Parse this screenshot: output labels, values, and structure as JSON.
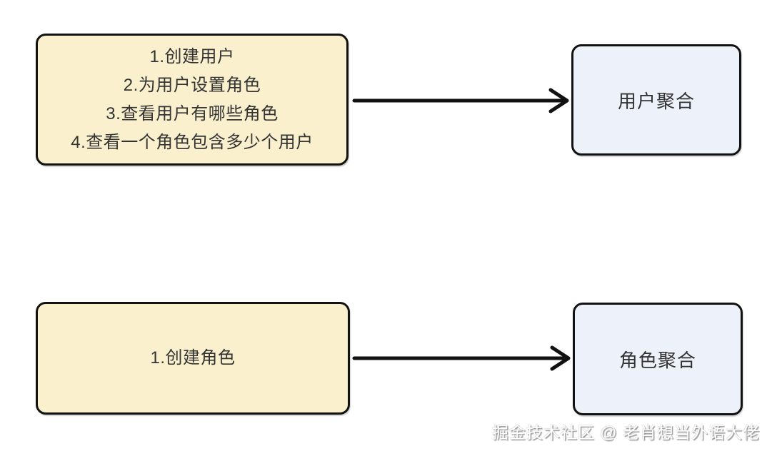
{
  "colors": {
    "command_box_fill": "#FAF0CE",
    "aggregate_box_fill": "#EDF1FA",
    "box_border": "#121212",
    "text": "#333333",
    "arrow": "#111111",
    "background": "#FFFFFF"
  },
  "user_flow": {
    "commands": {
      "lines": [
        "1.创建用户",
        "2.为用户设置角色",
        "3.查看用户有哪些角色",
        "4.查看一个角色包含多少个用户"
      ]
    },
    "aggregate_label": "用户聚合"
  },
  "role_flow": {
    "commands": {
      "lines": [
        "1.创建角色"
      ]
    },
    "aggregate_label": "角色聚合"
  },
  "connections": [
    {
      "from": "user-commands",
      "to": "user-aggregate",
      "style": "solid-arrow"
    },
    {
      "from": "role-commands",
      "to": "role-aggregate",
      "style": "solid-arrow"
    }
  ],
  "watermark": {
    "text": "掘金技术社区 @ 老肖想当外语大佬"
  }
}
